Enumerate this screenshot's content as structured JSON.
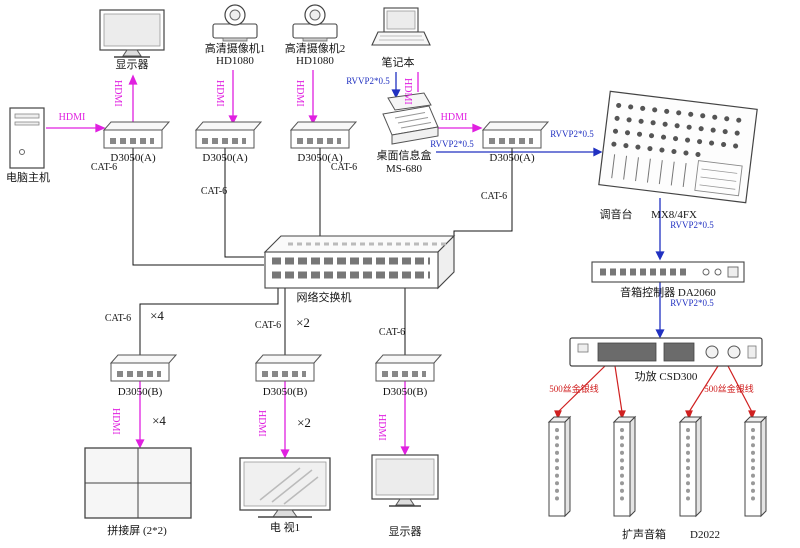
{
  "diagram": {
    "nodes": {
      "monitor_top": {
        "label": "显示器"
      },
      "camera1": {
        "label": "高清摄像机1",
        "model": "HD1080"
      },
      "camera2": {
        "label": "高清摄像机2",
        "model": "HD1080"
      },
      "laptop": {
        "label": "笔记本"
      },
      "pc": {
        "label": "电脑主机"
      },
      "d3050a1": {
        "label": "D3050(A)"
      },
      "d3050a2": {
        "label": "D3050(A)"
      },
      "d3050a3": {
        "label": "D3050(A)"
      },
      "d3050a4": {
        "label": "D3050(A)"
      },
      "msbox": {
        "label": "桌面信息盒",
        "model": "MS-680"
      },
      "mixer": {
        "label": "调音台",
        "model": "MX8/4FX"
      },
      "switch": {
        "label": "网络交换机"
      },
      "controller": {
        "label": "音箱控制器 DA2060"
      },
      "amp": {
        "label": "功放 CSD300"
      },
      "d3050b1": {
        "label": "D3050(B)"
      },
      "d3050b2": {
        "label": "D3050(B)"
      },
      "d3050b3": {
        "label": "D3050(B)"
      },
      "videowall": {
        "label": "拼接屏 (2*2)"
      },
      "tv1": {
        "label": "电 视1"
      },
      "monitor_bottom": {
        "label": "显示器"
      },
      "speakers": {
        "label": "扩声音箱",
        "model": "D2022"
      }
    },
    "edges": {
      "hdmi": "HDMI",
      "rvvp": "RVVP2*0.5",
      "cat6": "CAT-6",
      "x4": "×4",
      "x2": "×2",
      "speaker_wire": "500丝金银线"
    },
    "colors": {
      "hdmi": "#e020e0",
      "rvvp": "#2131c1",
      "cat6": "#141414",
      "speaker_wire": "#d02020"
    }
  }
}
